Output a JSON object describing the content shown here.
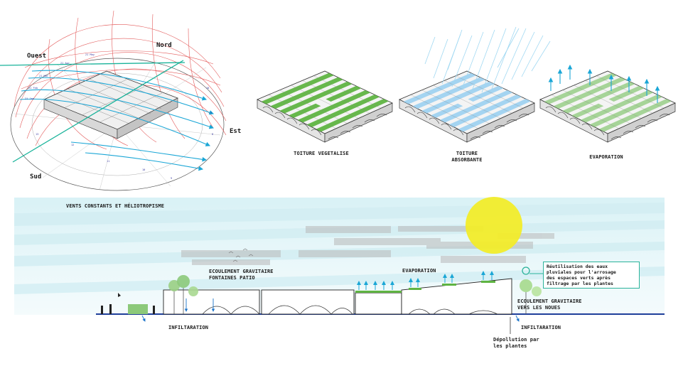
{
  "compass": {
    "ouest": "Ouest",
    "nord": "Nord",
    "est": "Est",
    "sud": "Sud"
  },
  "roof_panels": [
    {
      "label": "TOITURE VEGETALISE",
      "color": "#5fb442"
    },
    {
      "label": "TOITURE\nABSORBANTE",
      "color": "#9fd2f0"
    },
    {
      "label": "EVAPORATION",
      "color": "#8cc97a"
    }
  ],
  "section": {
    "title": "VENTS CONSTANTS ET HÉLIOTROPISME",
    "ecoulement_patio": "ECOULEMENT GRAVITAIRE\nFONTAINES PATIO",
    "evaporation": "EVAPORATION",
    "callout": "Réutilisation des eaux\npluviales pour l'arrosage\ndes espaces verts après\nfiltrage par les plantes",
    "ecoulement_noues": "ECOULEMENT GRAVITAIRE\nVERS LES NOUES",
    "infiltration_left": "INFILTARATION",
    "infiltration_right": "INFILTARATION",
    "depollution": "Dépollution par\nles plantes"
  },
  "colors": {
    "sun": "#f2ec2a",
    "wind": "#bfe7ee",
    "arrow": "#1aa6d6",
    "ground": "#1f3f9a",
    "accent": "#2bb39a",
    "orbit": "#e35a5a"
  }
}
